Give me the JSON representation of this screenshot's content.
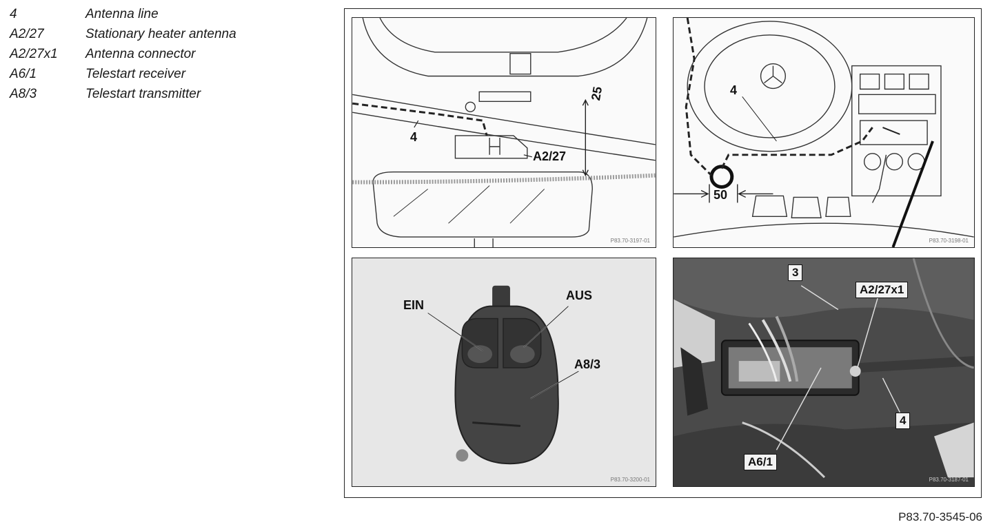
{
  "legend": [
    {
      "code": "4",
      "desc": "Antenna line"
    },
    {
      "code": "A2/27",
      "desc": "Stationary heater antenna"
    },
    {
      "code": "A2/27x1",
      "desc": "Antenna connector"
    },
    {
      "code": "A6/1",
      "desc": "Telestart receiver"
    },
    {
      "code": "A8/3",
      "desc": "Telestart transmitter"
    }
  ],
  "panels": {
    "top_left": {
      "labels": {
        "line": "4",
        "antenna": "A2/27",
        "distance": "25"
      },
      "ref": "P83.70-3197-01"
    },
    "top_right": {
      "labels": {
        "line": "4",
        "distance": "50"
      },
      "ref": "P83.70-3198-01"
    },
    "bottom_left": {
      "labels": {
        "on": "EIN",
        "off": "AUS",
        "transmitter": "A8/3"
      },
      "ref": "P83.70-3200-01"
    },
    "bottom_right": {
      "labels": {
        "three": "3",
        "connector": "A2/27x1",
        "line": "4",
        "receiver": "A6/1"
      },
      "ref": "P83.70-3187-01"
    }
  },
  "figure_code": "P83.70-3545-06"
}
